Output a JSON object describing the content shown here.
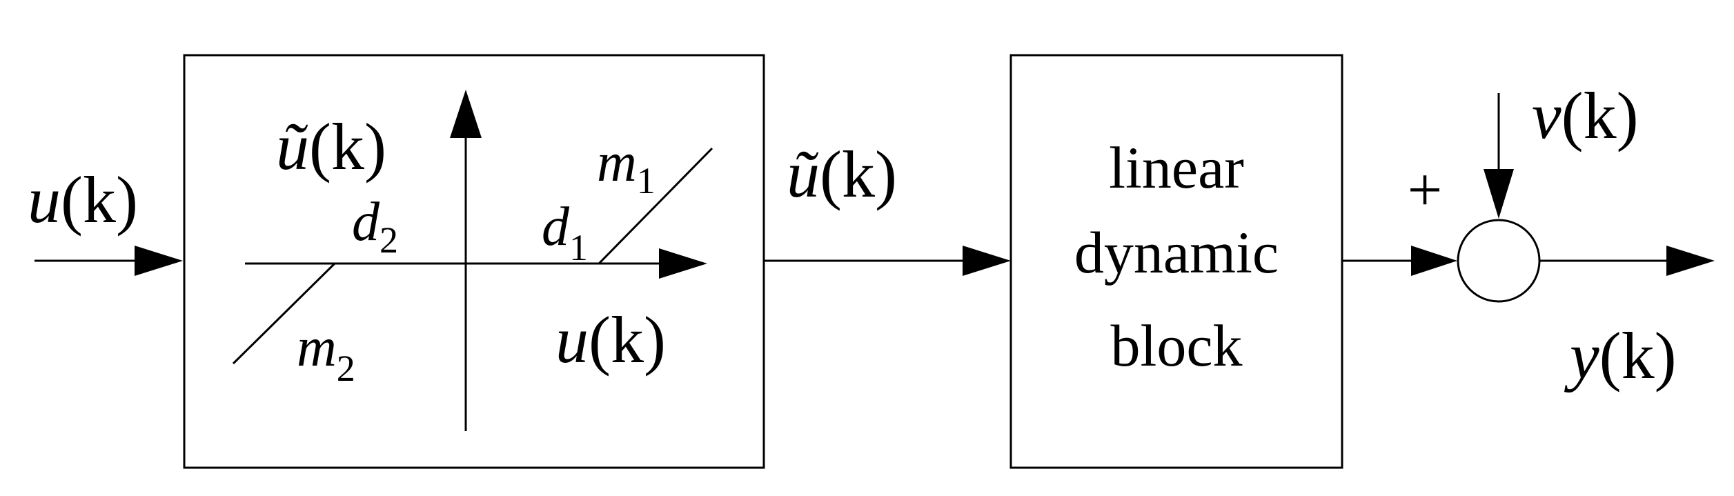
{
  "input_signal": {
    "sym": "u",
    "arg": "(k)"
  },
  "dead_zone_block": {
    "output_axis": {
      "sym": "ũ",
      "arg": "(k)"
    },
    "input_axis": {
      "sym": "u",
      "arg": "(k)"
    },
    "d1": {
      "sym": "d",
      "sub": "1"
    },
    "d2": {
      "sym": "d",
      "sub": "2"
    },
    "m1": {
      "sym": "m",
      "sub": "1"
    },
    "m2": {
      "sym": "m",
      "sub": "2"
    }
  },
  "intermediate_signal": {
    "sym": "ũ",
    "arg": "(k)"
  },
  "linear_block": {
    "line1": "linear",
    "line2": "dynamic",
    "line3": "block"
  },
  "summing_junction": {
    "sign": "+"
  },
  "noise_signal": {
    "sym": "v",
    "arg": "(k)"
  },
  "output_signal": {
    "sym": "y",
    "arg": "(k)"
  }
}
